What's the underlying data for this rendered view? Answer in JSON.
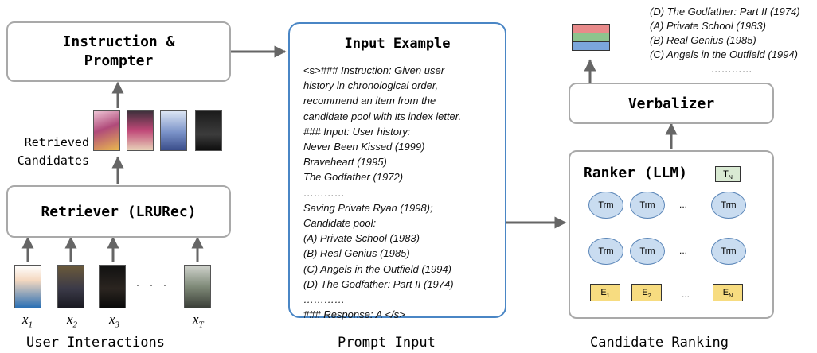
{
  "left": {
    "prompter_label": "Instruction &\nPrompter",
    "retrieved_label": "Retrieved\nCandidates",
    "retriever_label": "Retriever (LRURec)",
    "items": [
      {
        "base": "x",
        "sub": "1"
      },
      {
        "base": "x",
        "sub": "2"
      },
      {
        "base": "x",
        "sub": "3"
      },
      {
        "base": "x",
        "sub": "T"
      }
    ],
    "ellipsis": "· · ·",
    "caption": "User Interactions"
  },
  "middle": {
    "title": "Input Example",
    "lines": [
      "<s>### Instruction: Given user",
      "history in chronological order,",
      "recommend an item from the",
      "candidate pool with its index letter.",
      "### Input: User history:",
      "Never Been Kissed (1999)",
      "Braveheart (1995)",
      "The Godfather (1972)",
      "…………",
      "Saving Private Ryan (1998);",
      "Candidate pool:",
      "(A) Private School (1983)",
      "(B) Real Genius (1985)",
      "(C) Angels in the Outfield (1994)",
      "(D) The Godfather: Part II (1974)",
      "…………",
      "### Response: A </s>"
    ],
    "caption": "Prompt Input"
  },
  "right": {
    "output_lines": [
      "(D) The Godfather: Part II (1974)",
      "(A) Private School (1983)",
      "(B) Real Genius (1985)",
      "(C) Angels in the Outfield (1994)",
      "…………"
    ],
    "stack_colors": [
      "#e88a8a",
      "#8dc48d",
      "#7ba6dc"
    ],
    "verbalizer_label": "Verbalizer",
    "ranker_label": "Ranker (LLM)",
    "trm_label": "Trm",
    "dots": "...",
    "output_node": {
      "base": "T",
      "sub": "N"
    },
    "embeddings": [
      {
        "base": "E",
        "sub": "1"
      },
      {
        "base": "E",
        "sub": "2"
      },
      {
        "base": "E",
        "sub": "N"
      }
    ],
    "caption": "Candidate Ranking"
  },
  "colors": {
    "box_border": "#a9a9a9",
    "example_border": "#4a86c5",
    "trm_fill": "#c9dcf0",
    "trm_stroke": "#5b86b8",
    "emb_fill": "#f7dc80",
    "out_fill": "#d9ead3",
    "arrow": "#666666"
  }
}
